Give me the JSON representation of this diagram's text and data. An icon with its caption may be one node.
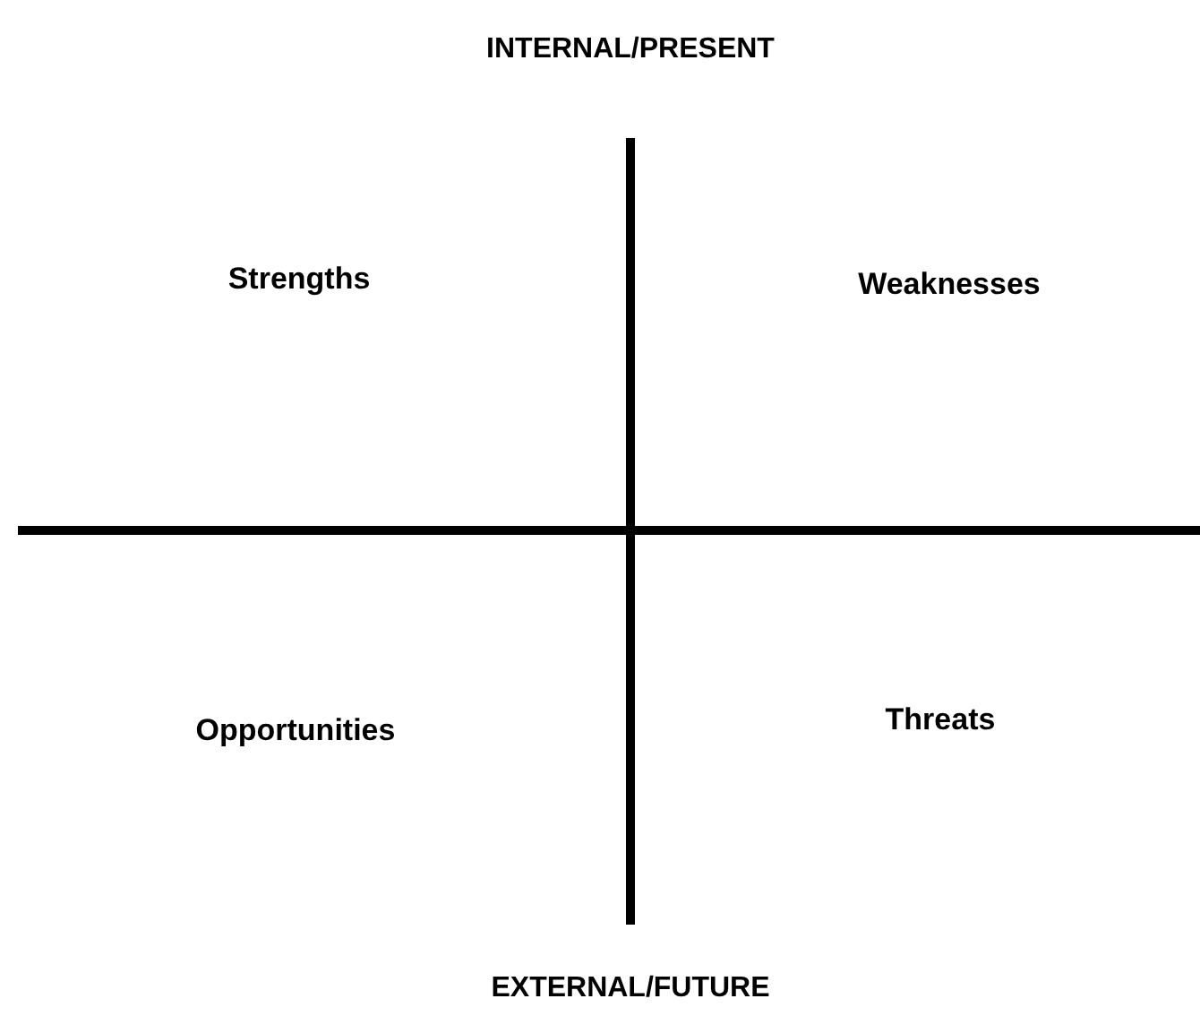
{
  "diagram": {
    "labels": [
      "INTERNAL/PRESENT",
      "Strengths",
      "Weaknesses",
      "Opportunities",
      "Threats",
      "EXTERNAL/FUTURE"
    ]
  }
}
